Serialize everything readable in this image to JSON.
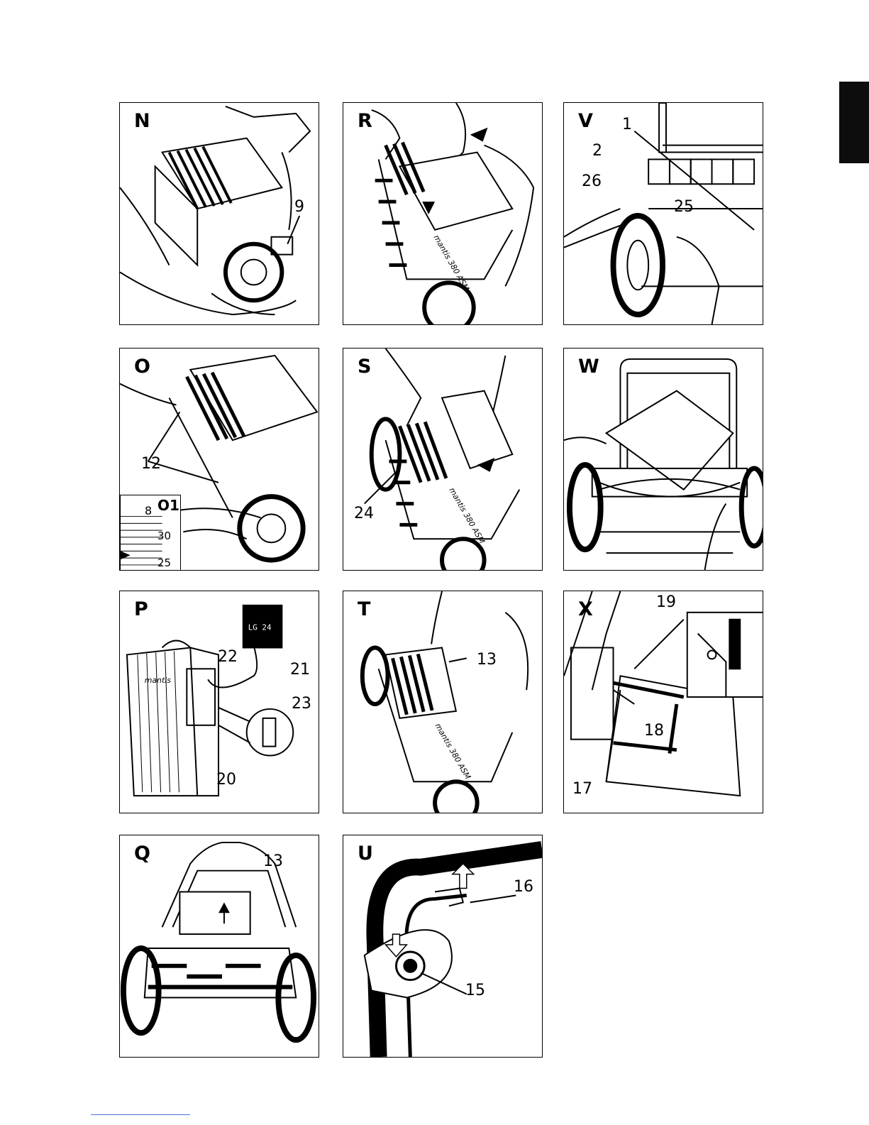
{
  "panels": {
    "n": {
      "label": "N",
      "callouts": [
        "9"
      ]
    },
    "r": {
      "label": "R",
      "brand": "mantis",
      "model": "380 ASM"
    },
    "v": {
      "label": "V",
      "callouts": [
        "1",
        "2",
        "26",
        "25"
      ]
    },
    "o": {
      "label": "O",
      "callouts": [
        "12"
      ],
      "inset_label": "O1",
      "inset_values": [
        "8",
        "30",
        "25"
      ]
    },
    "s": {
      "label": "S",
      "callouts": [
        "24"
      ],
      "brand": "mantis",
      "model": "380 ASM"
    },
    "w": {
      "label": "W"
    },
    "p": {
      "label": "P",
      "callouts": [
        "22",
        "21",
        "23",
        "20"
      ],
      "charger_text": "LG 24",
      "brand": "mantis"
    },
    "t": {
      "label": "T",
      "callouts": [
        "13"
      ],
      "brand": "mantis",
      "model": "380 ASM"
    },
    "x": {
      "label": "X",
      "callouts": [
        "19",
        "18",
        "17"
      ]
    },
    "q": {
      "label": "Q",
      "callouts": [
        "13"
      ]
    },
    "u": {
      "label": "U",
      "callouts": [
        "16",
        "15"
      ]
    }
  }
}
